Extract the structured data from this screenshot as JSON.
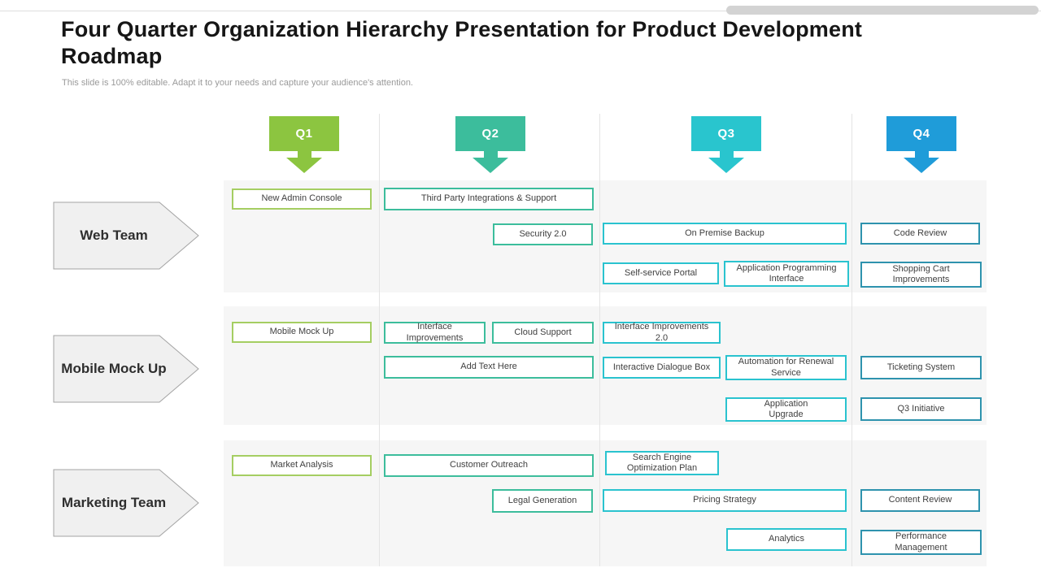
{
  "slide": {
    "title": "Four Quarter Organization Hierarchy Presentation for Product Development Roadmap",
    "subtitle": "This slide is 100% editable. Adapt it to your needs and capture your audience's attention."
  },
  "quarters": [
    {
      "label": "Q1",
      "color": "#8CC540"
    },
    {
      "label": "Q2",
      "color": "#3CBD9C"
    },
    {
      "label": "Q3",
      "color": "#29C5CE"
    },
    {
      "label": "Q4",
      "color": "#1F9CD9"
    }
  ],
  "rows": [
    {
      "team": "Web Team",
      "items": [
        {
          "quarter": "Q1",
          "label": "New Admin Console"
        },
        {
          "quarter": "Q2",
          "label": "Third Party Integrations & Support"
        },
        {
          "quarter": "Q2",
          "label": "Security 2.0"
        },
        {
          "quarter": "Q3",
          "label": "On Premise Backup"
        },
        {
          "quarter": "Q3",
          "label": "Self-service Portal"
        },
        {
          "quarter": "Q3",
          "label": "Application Programming Interface"
        },
        {
          "quarter": "Q4",
          "label": "Code Review"
        },
        {
          "quarter": "Q4",
          "label": "Shopping Cart Improvements"
        }
      ]
    },
    {
      "team": "Mobile Mock Up",
      "items": [
        {
          "quarter": "Q1",
          "label": "Mobile Mock Up"
        },
        {
          "quarter": "Q2",
          "label": "Interface Improvements"
        },
        {
          "quarter": "Q2",
          "label": "Cloud Support"
        },
        {
          "quarter": "Q2",
          "label": "Add Text Here"
        },
        {
          "quarter": "Q3",
          "label": "Interface Improvements 2.0"
        },
        {
          "quarter": "Q3",
          "label": "Interactive Dialogue Box"
        },
        {
          "quarter": "Q3",
          "label": "Automation for Renewal Service"
        },
        {
          "quarter": "Q3",
          "label": "Application\nUpgrade"
        },
        {
          "quarter": "Q4",
          "label": "Ticketing System"
        },
        {
          "quarter": "Q4",
          "label": "Q3 Initiative"
        }
      ]
    },
    {
      "team": "Marketing Team",
      "items": [
        {
          "quarter": "Q1",
          "label": "Market Analysis"
        },
        {
          "quarter": "Q2",
          "label": "Customer Outreach"
        },
        {
          "quarter": "Q2",
          "label": "Legal Generation"
        },
        {
          "quarter": "Q3",
          "label": "Search Engine Optimization Plan"
        },
        {
          "quarter": "Q3",
          "label": "Pricing Strategy"
        },
        {
          "quarter": "Q3",
          "label": "Analytics"
        },
        {
          "quarter": "Q4",
          "label": "Content Review"
        },
        {
          "quarter": "Q4",
          "label": "Performance\nManagement"
        }
      ]
    }
  ],
  "colors": {
    "q1_header": "#8CC540",
    "q2_header": "#3CBD9C",
    "q3_header": "#29C5CE",
    "q4_header": "#1F9CD9",
    "q1_box_border": "#A5CE62",
    "q2_box_border": "#3CBD9C",
    "q3_box_border": "#2AC3CF",
    "q4_box_border": "#2E93AE",
    "row_band": "#F6F6F6"
  }
}
